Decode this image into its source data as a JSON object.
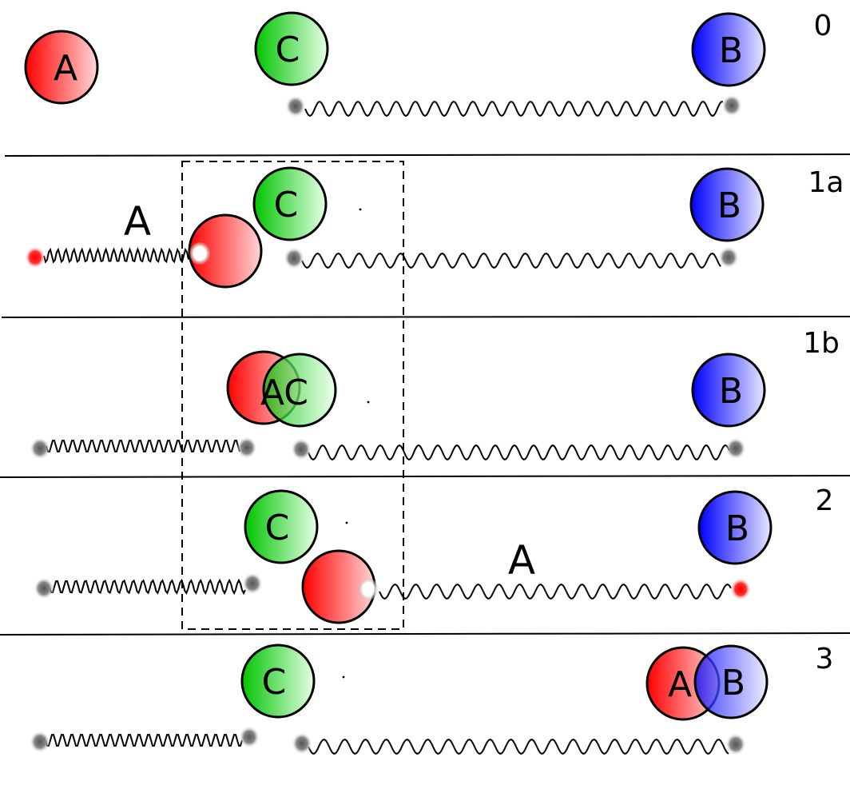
{
  "panels": [
    {
      "id": "0",
      "label": "0"
    },
    {
      "id": "1a",
      "label": "1a"
    },
    {
      "id": "1b",
      "label": "1b"
    },
    {
      "id": "2",
      "label": "2"
    },
    {
      "id": "3",
      "label": "3"
    }
  ],
  "balls": {
    "A": {
      "label": "A",
      "color": "#ff1a1a"
    },
    "B": {
      "label": "B",
      "color": "#1a1aff"
    },
    "C": {
      "label": "C",
      "color": "#17c917"
    }
  },
  "combined_labels": {
    "AC": "AC"
  },
  "photon_label": "A",
  "colors": {
    "red": "#ff1a1a",
    "green": "#17c917",
    "blue": "#1a1aff",
    "line": "#000000",
    "dash": "#000000"
  }
}
